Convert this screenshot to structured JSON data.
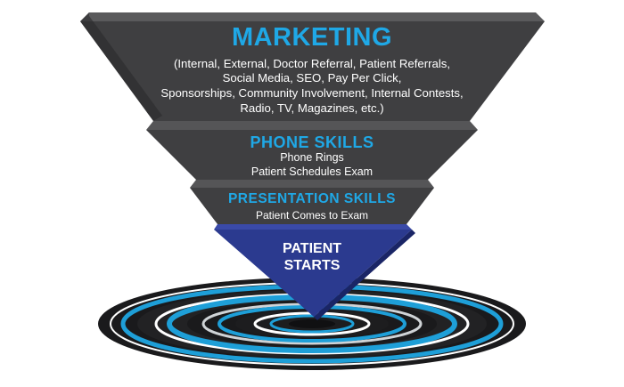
{
  "funnel": {
    "marketing": {
      "title": "MARKETING",
      "lines": [
        "(Internal, External, Doctor Referral, Patient Referrals,",
        "Social Media, SEO, Pay Per Click,",
        "Sponsorships, Community Involvement, Internal Contests,",
        "Radio, TV, Magazines, etc.)"
      ]
    },
    "phone_skills": {
      "title": "PHONE SKILLS",
      "lines": [
        "Phone Rings",
        "Patient Schedules Exam"
      ]
    },
    "presentation_skills": {
      "title": "PRESENTATION SKILLS",
      "lines": [
        "Patient Comes to Exam"
      ]
    },
    "patient_starts": {
      "lines": [
        "PATIENT",
        "STARTS"
      ]
    }
  },
  "colors": {
    "tier_face": "#3f3f41",
    "tier_top": "#555557",
    "tier_side": "#1e1e20",
    "tip_face": "#2b3a8f",
    "tip_side": "#1a2566",
    "title_blue": "#1fa8e6",
    "ring_blue": "#1e9fd8",
    "ring_dark": "#151517"
  }
}
